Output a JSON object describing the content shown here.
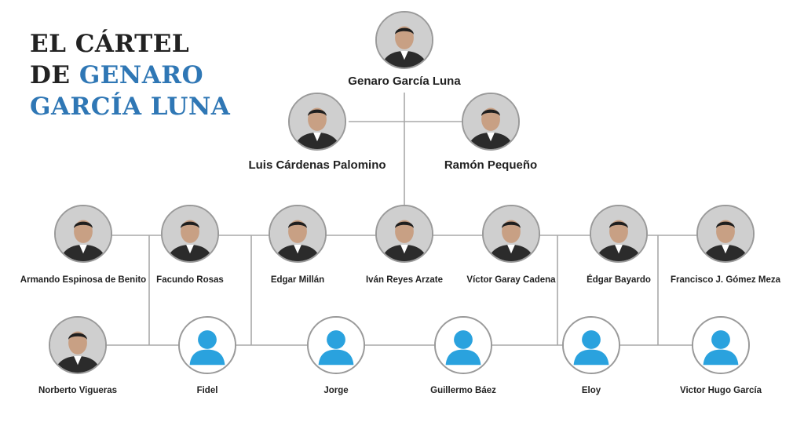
{
  "title": {
    "line1": "EL CÁRTEL",
    "line2_prefix": "DE",
    "line2_blue": "GENARO",
    "line3": "GARCÍA LUNA"
  },
  "people": {
    "top": "Genaro García Luna",
    "lieutenants": [
      "Luis Cárdenas Palomino",
      "Ramón Pequeño"
    ],
    "row3": [
      "Armando Espinosa de Benito",
      "Facundo Rosas",
      "Edgar Millán",
      "Iván Reyes Arzate",
      "Víctor Garay Cadena",
      "Édgar Bayardo",
      "Francisco J. Gómez Meza"
    ],
    "row4": [
      "Norberto Vigueras",
      "Fidel",
      "Jorge",
      "Guillermo Báez",
      "Eloy",
      "Victor Hugo García"
    ]
  },
  "colors": {
    "title_blue": "#2f77b5",
    "avatar_blue": "#2aa2de",
    "line": "#a8a8a8"
  }
}
